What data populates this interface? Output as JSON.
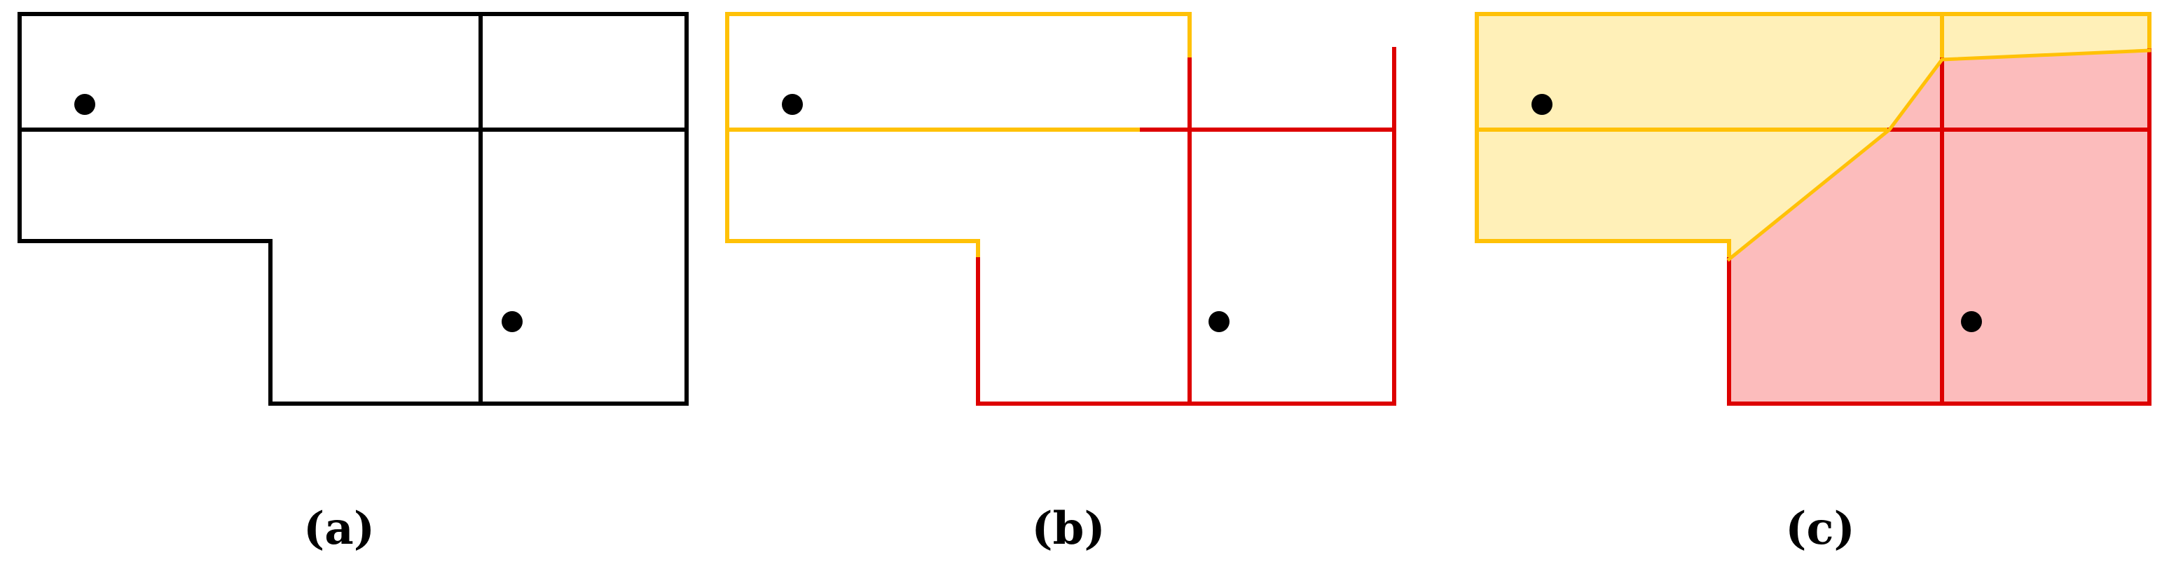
{
  "figure": {
    "panels": [
      {
        "id": "a",
        "caption": "(a)"
      },
      {
        "id": "b",
        "caption": "(b)"
      },
      {
        "id": "c",
        "caption": "(c)"
      }
    ]
  },
  "colors": {
    "outline_black": "#000000",
    "region_yellow": "#FFC107",
    "region_red": "#DD0000",
    "fill_yellow": "#FFF0B8",
    "fill_red": "#FCBCBC",
    "point": "#000000"
  }
}
